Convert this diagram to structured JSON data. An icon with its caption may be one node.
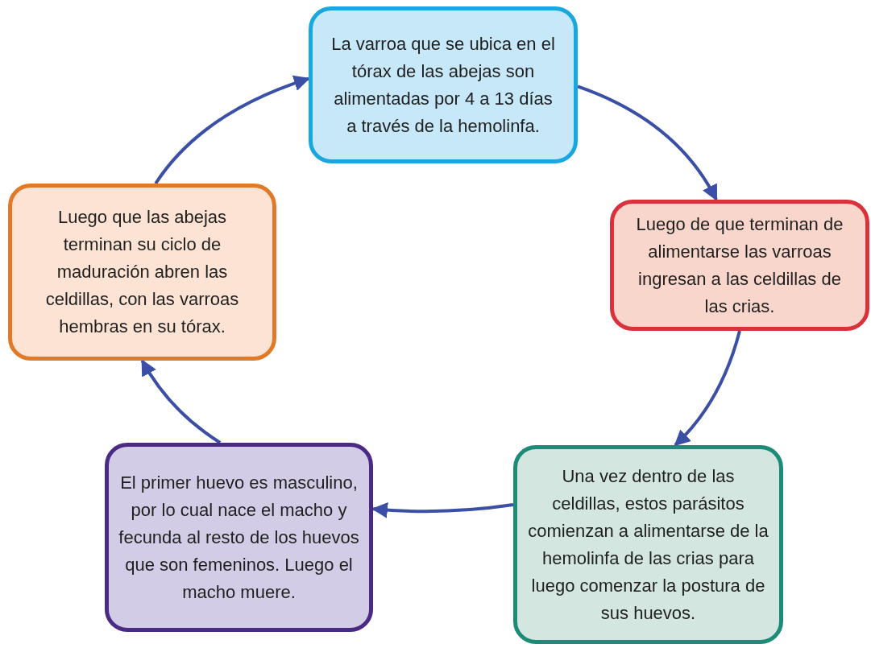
{
  "diagram": {
    "nodes": [
      {
        "text": [
          "La varroa que se ubica en el tórax de las abejas son alimentadas por 4 a 13 días a través de la hemolinfa."
        ]
      },
      {
        "text": [
          "Luego de que terminan de alimentarse las varroas ingresan a las celdillas de las crias."
        ]
      },
      {
        "text": [
          "Una vez dentro de las celdillas, estos parásitos comienzan a alimentarse de la hemolinfa de las crias para luego comenzar la postura de sus huevos."
        ]
      },
      {
        "text": [
          "El primer huevo es masculino, por lo cual nace el macho y fecunda al resto de los huevos que son femeninos. Luego el macho muere."
        ]
      },
      {
        "text": [
          "Luego que las abejas terminan su ciclo de maduración abren las celdillas, con las varroas hembras en su tórax."
        ]
      }
    ],
    "edges": [
      {
        "from": 0,
        "to": 1,
        "arrow": "to"
      },
      {
        "from": 1,
        "to": 2,
        "arrow": "to"
      },
      {
        "from": 2,
        "to": 3,
        "arrow": "to"
      },
      {
        "from": 3,
        "to": 4,
        "arrow": "to"
      },
      {
        "from": 4,
        "to": 0,
        "arrow": "to"
      }
    ]
  }
}
